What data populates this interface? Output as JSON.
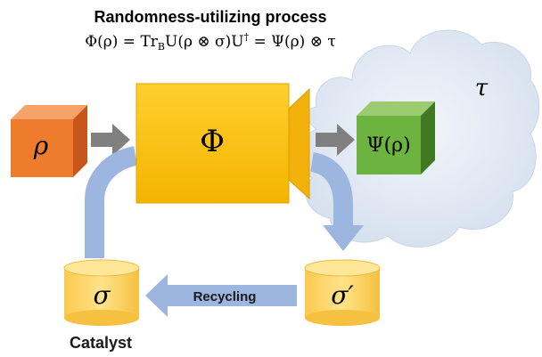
{
  "title": "Randomness-utilizing process",
  "equation": "Φ(ρ) = Tr",
  "equation_sub": "B",
  "equation_rest": "U(ρ ⊗ σ)U",
  "equation_dagger": "†",
  "equation_tail": " = Ψ(ρ) ⊗ τ",
  "input_label": "ρ",
  "process_label": "Φ",
  "output_label": "Ψ(ρ)",
  "tau_label": "τ",
  "catalyst_label": "σ",
  "catalyst_out_label": "σ′",
  "recycling_label": "Recycling",
  "catalyst_caption": "Catalyst",
  "colors": {
    "input_cube": "#ef7d2b",
    "process_box": "#fdc20f",
    "output_cube": "#6cb33f",
    "cylinder": "#ffd86a",
    "arrow_gray": "#7f7f7f",
    "arrow_blue": "#9db6e0",
    "cloud": "#dde6f2"
  },
  "icons": [
    "cube-icon",
    "cylinder-icon",
    "cloud-icon",
    "arrow-icon"
  ]
}
